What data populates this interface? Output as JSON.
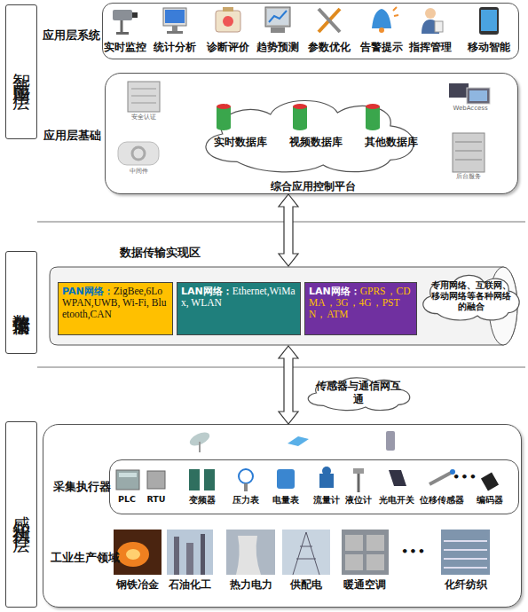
{
  "diagram": {
    "nodes": [
      {
        "text": [
          "智能应用层"
        ]
      },
      {
        "text": [
          "数据传输层"
        ]
      },
      {
        "text": [
          "感知执行层"
        ]
      },
      {
        "text": [
          "应用层系统"
        ]
      },
      {
        "text": [
          "应用层基础",
          "综合应用控制平台"
        ]
      },
      {
        "text": [
          "实时数据库",
          "视频数据库",
          "其他数据库"
        ],
        "in": 4
      },
      {
        "text": [
          "数据传输实现区"
        ]
      },
      {
        "text": [
          "PAN网络：",
          "ZigBee,6LoWPAN,UWB, Wi-Fi, Bluetooth,CAN"
        ],
        "in": 6
      },
      {
        "text": [
          "LAN网络：",
          "Ethernet,WiMax, WLAN"
        ],
        "in": 6
      },
      {
        "text": [
          "LAN网络：",
          "GPRS，CDMA，3G，4G，PSTN，ATM"
        ],
        "in": 6
      },
      {
        "text": [
          "专用网络、互联网、移动网络等各种网络的融合"
        ],
        "in": 6
      },
      {
        "text": [
          "传感器与通信网互通"
        ]
      },
      {
        "text": [
          "工业生产领域"
        ]
      },
      {
        "text": [
          "采集执行器"
        ],
        "in": 12
      }
    ],
    "edges": [
      {
        "from": 4,
        "to": 6,
        "arrow": "both"
      },
      {
        "from": 6,
        "to": 12,
        "arrow": "both"
      }
    ],
    "labels": [
      "实时监控",
      "统计分析",
      "诊断评价",
      "趋势预测",
      "参数优化",
      "告警提示",
      "指挥管理",
      "移动智能",
      "安全认证",
      "中间件",
      "WebAccess",
      "后台服务",
      "PLC",
      "RTU",
      "变频器",
      "压力表",
      "电量表",
      "流量计",
      "液位计",
      "光电开关",
      "位移传感器",
      "•••",
      "编码器",
      "钢铁冶金",
      "石油化工",
      "热力电力",
      "供配电",
      "暖通空调",
      "•••",
      "化纤纺织"
    ]
  }
}
